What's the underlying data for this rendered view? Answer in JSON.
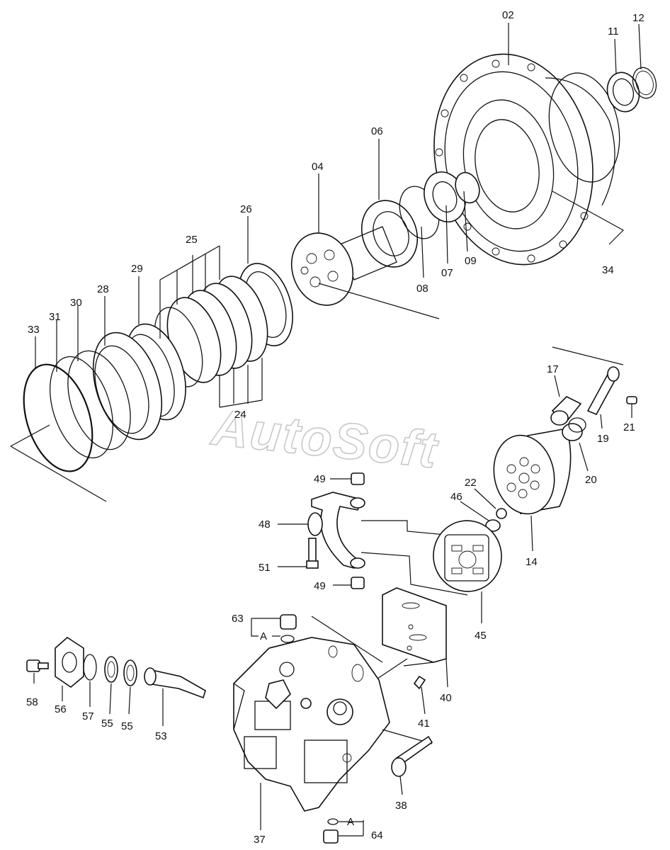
{
  "watermark": "AutoSoft",
  "callouts": [
    "02",
    "11",
    "12",
    "06",
    "04",
    "26",
    "25",
    "29",
    "28",
    "30",
    "31",
    "33",
    "24",
    "09",
    "07",
    "08",
    "34",
    "17",
    "21",
    "19",
    "20",
    "22",
    "46",
    "14",
    "49",
    "48",
    "51",
    "45",
    "63",
    "A",
    "58",
    "56",
    "57",
    "55",
    "53",
    "40",
    "41",
    "38",
    "37",
    "64"
  ],
  "callout_label_2": "49",
  "callout_label_3": "55",
  "callout_label_4": "A"
}
